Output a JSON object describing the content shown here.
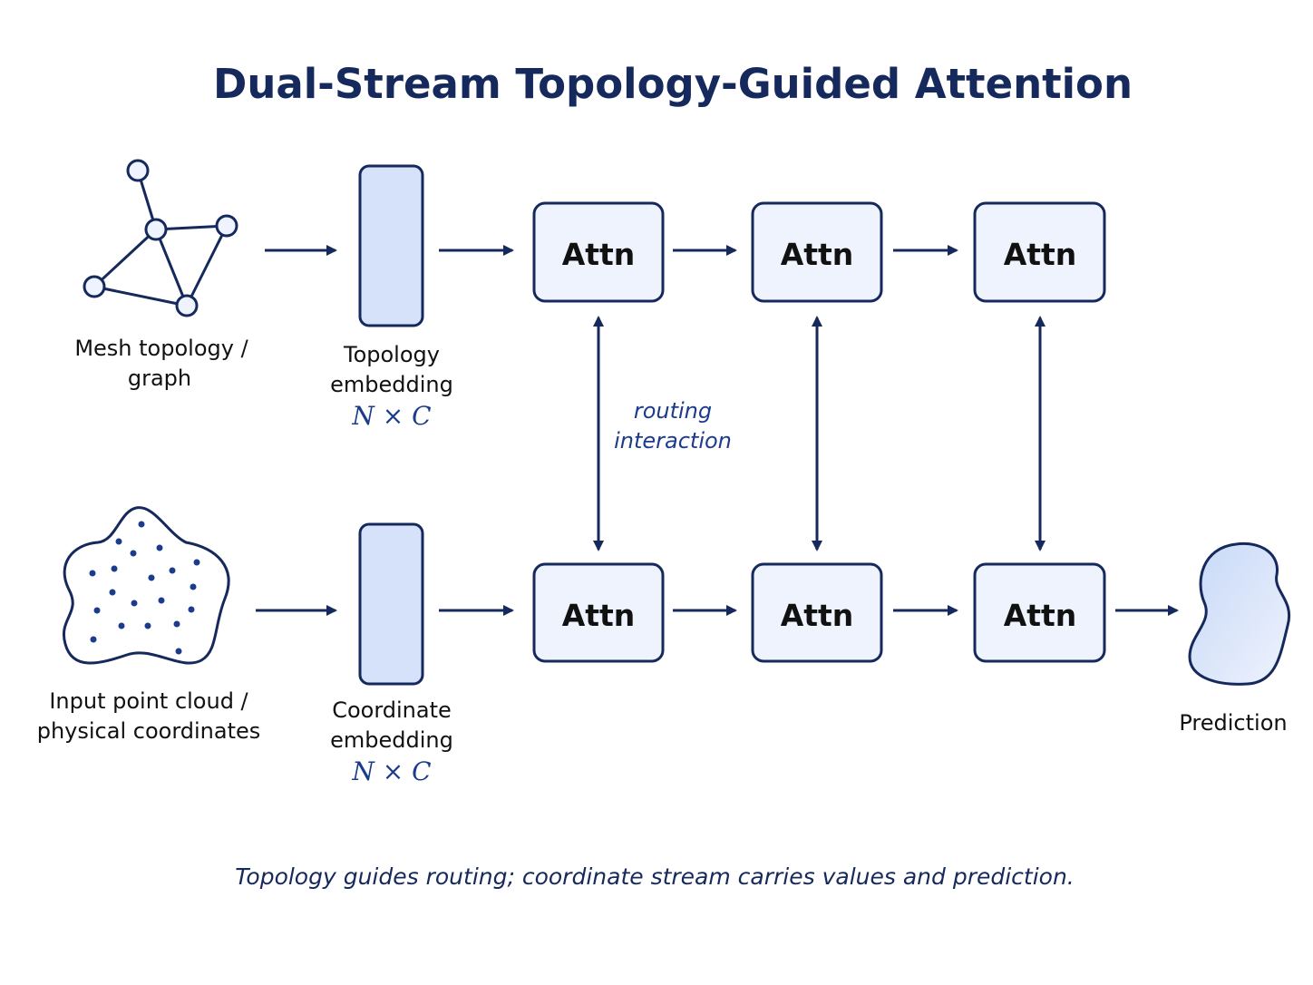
{
  "title": "Dual-Stream Topology-Guided Attention",
  "inputs": {
    "mesh": {
      "label_line1": "Mesh topology /",
      "label_line2": "graph",
      "icon": "mesh-graph-icon"
    },
    "point_cloud": {
      "label_line1": "Input point cloud /",
      "label_line2": "physical coordinates",
      "icon": "point-cloud-icon"
    }
  },
  "embeddings": {
    "topology": {
      "label_line1": "Topology",
      "label_line2": "embedding",
      "shape": "N × C"
    },
    "coordinate": {
      "label_line1": "Coordinate",
      "label_line2": "embedding",
      "shape": "N × C"
    }
  },
  "attention": {
    "top_row": [
      "Attn",
      "Attn",
      "Attn"
    ],
    "bottom_row": [
      "Attn",
      "Attn",
      "Attn"
    ]
  },
  "routing_label_line1": "routing",
  "routing_label_line2": "interaction",
  "output": {
    "label": "Prediction",
    "icon": "prediction-blob-icon"
  },
  "caption": "Topology guides routing; coordinate stream carries values and prediction.",
  "colors": {
    "navy": "#15295c",
    "accent_blue": "#1b3b8c",
    "box_fill": "#eef3fd",
    "embedding_fill": "#d6e2fa"
  }
}
